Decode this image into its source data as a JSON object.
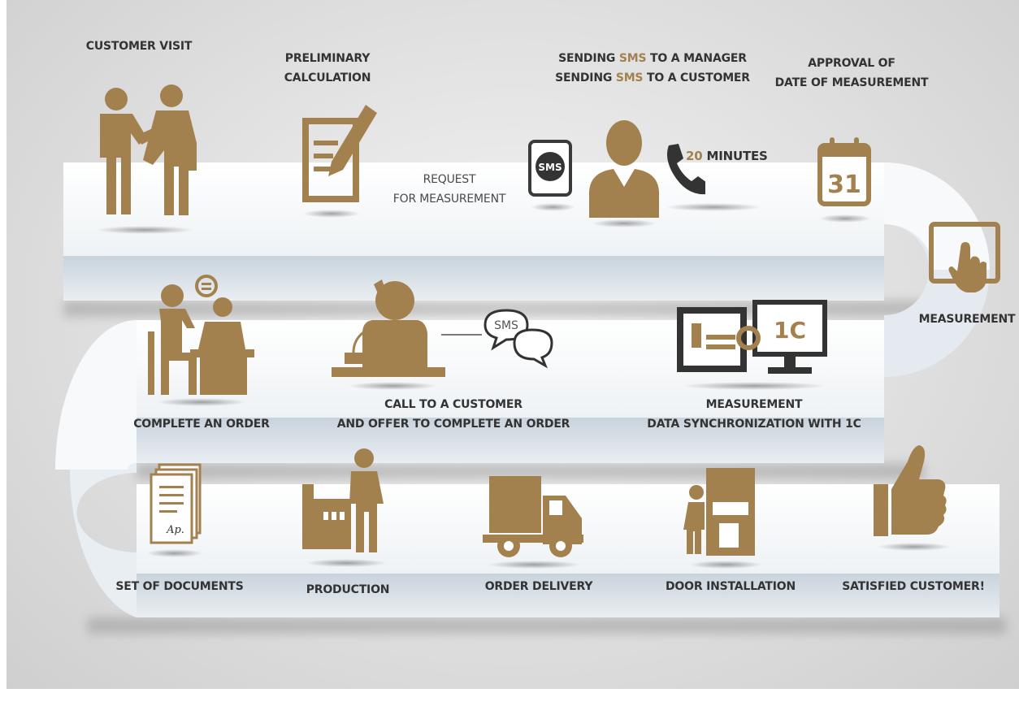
{
  "colors": {
    "gold": "#a3814f",
    "text": "#333333",
    "ribbon": "#f3f6f8",
    "background": "#dadada"
  },
  "steps": {
    "customer_visit": "CUSTOMER VISIT",
    "preliminary_calculation": [
      "PRELIMINARY",
      "CALCULATION"
    ],
    "request_for_measurement": [
      "REQUEST",
      "FOR MEASUREMENT"
    ],
    "sms_manager": {
      "before": "SENDING ",
      "highlight": "SMS",
      "after": " TO A MANAGER"
    },
    "sms_customer": {
      "before": "SENDING ",
      "highlight": "SMS",
      "after": " TO A CUSTOMER"
    },
    "twenty_minutes": {
      "highlight": "20",
      "after": " MINUTES"
    },
    "approval": [
      "APPROVAL OF",
      "DATE OF MEASUREMENT"
    ],
    "measurement": "MEASUREMENT",
    "data_sync": [
      "MEASUREMENT",
      "DATA SYNCHRONIZATION WITH 1C"
    ],
    "call_customer": [
      "CALL TO A CUSTOMER",
      "AND OFFER TO COMPLETE AN ORDER"
    ],
    "complete_order": "COMPLETE AN ORDER",
    "set_of_documents": "SET OF DOCUMENTS",
    "production": "PRODUCTION",
    "order_delivery": "ORDER DELIVERY",
    "door_installation": "DOOR INSTALLATION",
    "satisfied_customer": "SATISFIED CUSTOMER!"
  },
  "icons": {
    "sms_badge": "SMS",
    "sms_bubble": "SMS",
    "calendar_day": "31",
    "onec_logo": "1C",
    "signature": "Ap."
  }
}
